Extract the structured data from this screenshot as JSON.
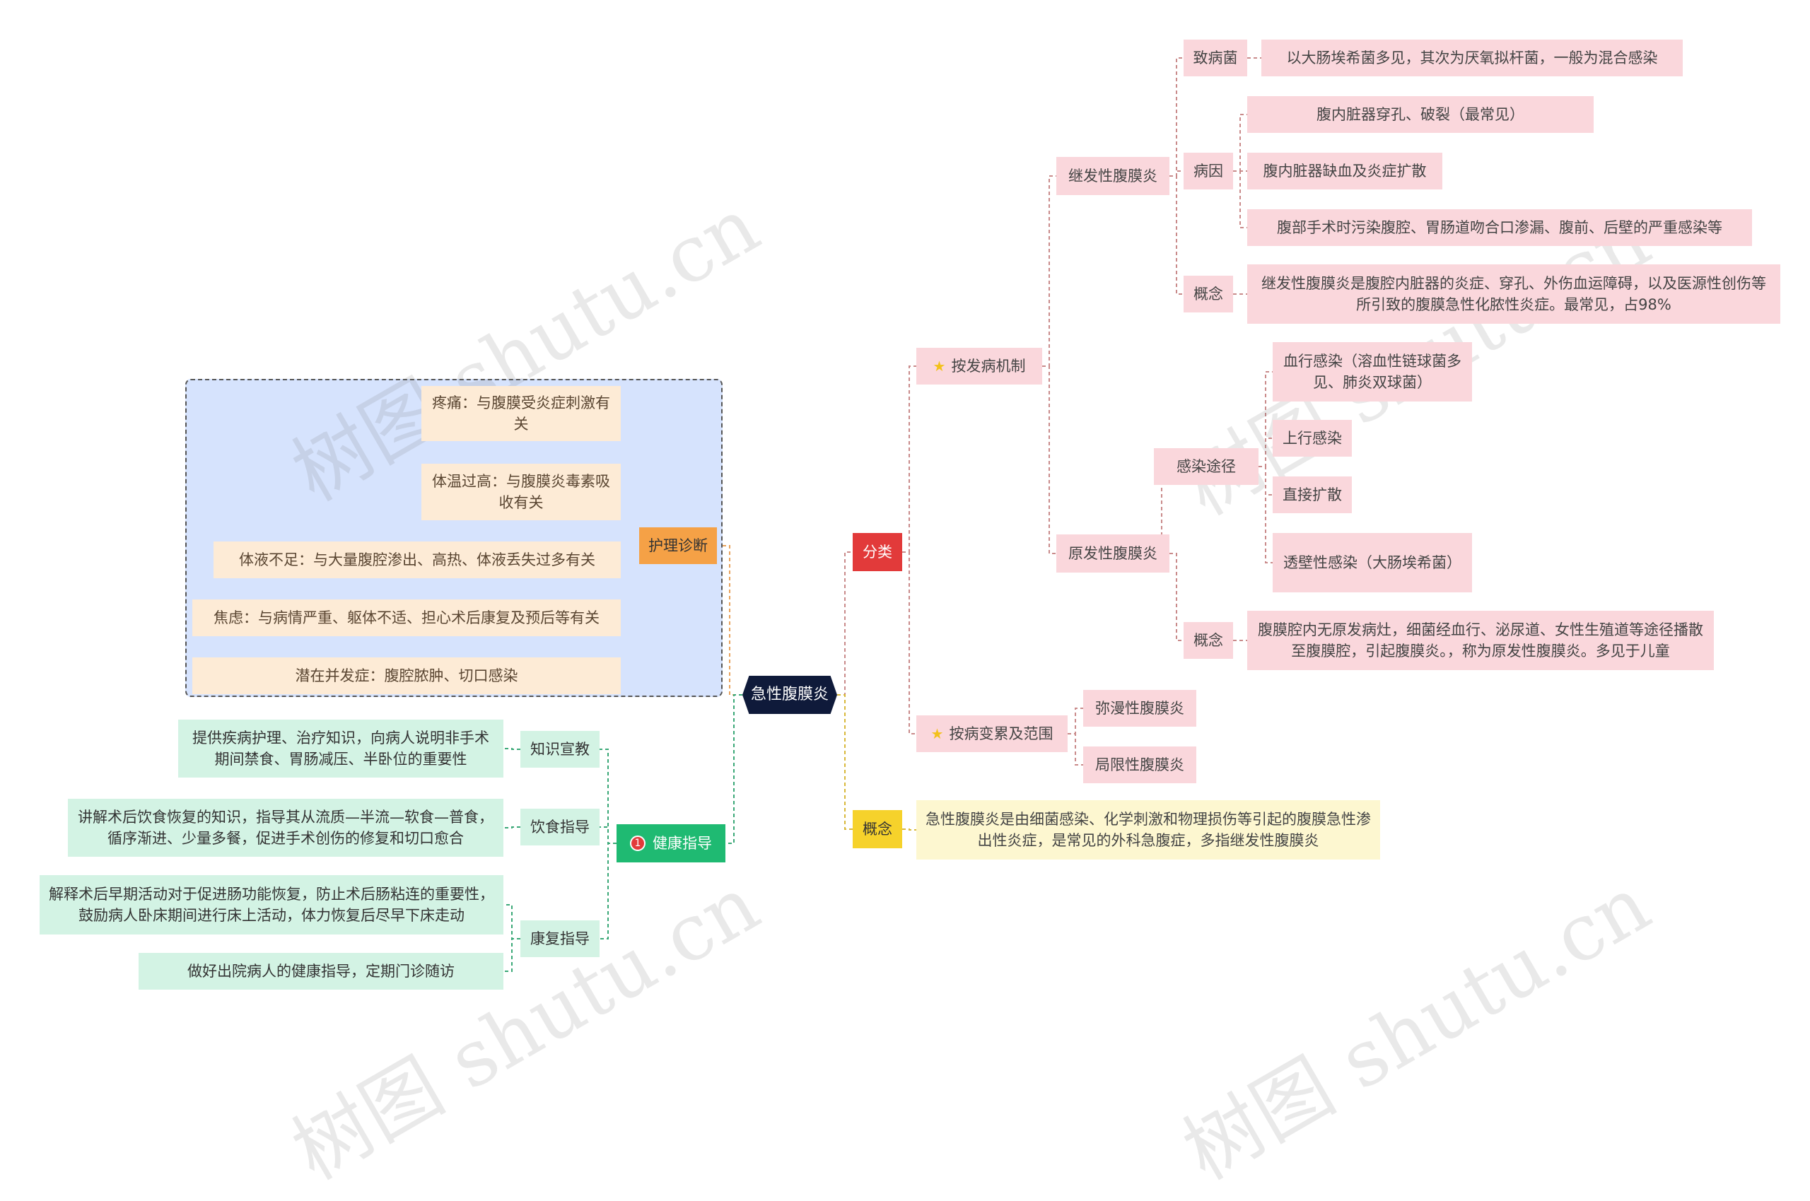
{
  "root": "急性腹膜炎",
  "left": {
    "nursing": {
      "label": "护理诊断",
      "items": [
        "疼痛：与腹膜受炎症刺激有关",
        "体温过高：与腹膜炎毒素吸收有关",
        "体液不足：与大量腹腔渗出、高热、体液丢失过多有关",
        "焦虑：与病情严重、躯体不适、担心术后康复及预后等有关",
        "潜在并发症：腹腔脓肿、切口感染"
      ]
    },
    "health": {
      "badge": "1",
      "label": "健康指导",
      "groups": [
        {
          "label": "知识宣教",
          "items": [
            "提供疾病护理、治疗知识，向病人说明非手术期间禁食、胃肠减压、半卧位的重要性"
          ]
        },
        {
          "label": "饮食指导",
          "items": [
            "讲解术后饮食恢复的知识，指导其从流质—半流—软食—普食，循序渐进、少量多餐，促进手术创伤的修复和切口愈合"
          ]
        },
        {
          "label": "康复指导",
          "items": [
            "解释术后早期活动对于促进肠功能恢复，防止术后肠粘连的重要性，鼓励病人卧床期间进行床上活动，体力恢复后尽早下床走动",
            "做好出院病人的健康指导，定期门诊随访"
          ]
        }
      ]
    }
  },
  "right": {
    "classify": {
      "label": "分类",
      "mechanism": {
        "label": "按发病机制",
        "secondary": {
          "label": "继发性腹膜炎",
          "pathogen_label": "致病菌",
          "pathogen": "以大肠埃希菌多见，其次为厌氧拟杆菌，一般为混合感染",
          "cause_label": "病因",
          "causes": [
            "腹内脏器穿孔、破裂（最常见）",
            "腹内脏器缺血及炎症扩散",
            "腹部手术时污染腹腔、胃肠道吻合口渗漏、腹前、后壁的严重感染等"
          ],
          "concept_label": "概念",
          "concept": "继发性腹膜炎是腹腔内脏器的炎症、穿孔、外伤血运障碍，以及医源性创伤等所引致的腹膜急性化脓性炎症。最常见，占98%"
        },
        "primary": {
          "label": "原发性腹膜炎",
          "route_label": "感染途径",
          "routes": [
            "血行感染（溶血性链球菌多见、肺炎双球菌）",
            "上行感染",
            "直接扩散",
            "透壁性感染（大肠埃希菌）"
          ],
          "concept_label": "概念",
          "concept": "腹膜腔内无原发病灶，细菌经血行、泌尿道、女性生殖道等途径播散至腹膜腔，引起腹膜炎。，称为原发性腹膜炎。多见于儿童"
        }
      },
      "range": {
        "label": "按病变累及范围",
        "items": [
          "弥漫性腹膜炎",
          "局限性腹膜炎"
        ]
      }
    },
    "concept": {
      "label": "概念",
      "text": "急性腹膜炎是由细菌感染、化学刺激和物理损伤等引起的腹膜急性渗出性炎症，是常见的外科急腹症，多指继发性腹膜炎"
    }
  },
  "watermark": "树图 shutu.cn",
  "colors": {
    "line_red": "#c98a8a",
    "line_green": "#3aa877",
    "line_yellow": "#d8b83a",
    "line_orange": "#e8a25c"
  }
}
